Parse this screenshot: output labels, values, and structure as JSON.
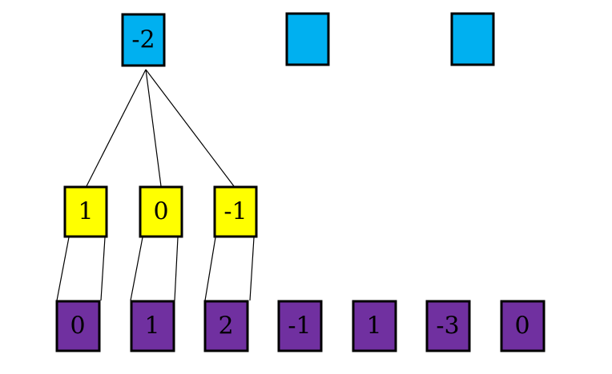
{
  "colors": {
    "top": "#00b0f0",
    "middle": "#ffff00",
    "bottom": "#7030a0",
    "border": "#000000",
    "edge": "#000000"
  },
  "top_row": [
    {
      "label": "-2"
    },
    {
      "label": ""
    },
    {
      "label": ""
    }
  ],
  "middle_row": [
    {
      "label": "1"
    },
    {
      "label": "0"
    },
    {
      "label": "-1"
    }
  ],
  "bottom_row": [
    {
      "label": "0"
    },
    {
      "label": "1"
    },
    {
      "label": "2"
    },
    {
      "label": "-1"
    },
    {
      "label": "1"
    },
    {
      "label": "-3"
    },
    {
      "label": "0"
    }
  ]
}
